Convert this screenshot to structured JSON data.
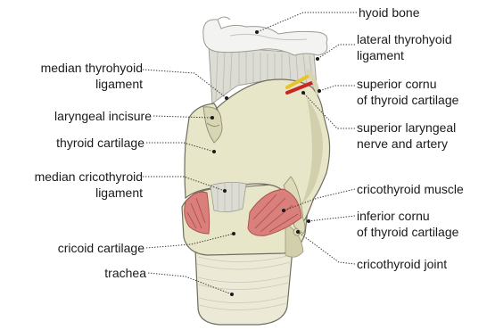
{
  "labels": {
    "hyoid_bone": "hyoid bone",
    "lateral_thyrohyoid_1": "lateral thyrohyoid",
    "lateral_thyrohyoid_2": "ligament",
    "median_thyrohyoid_1": "median thyrohyoid",
    "median_thyrohyoid_2": "ligament",
    "superior_cornu_1": "superior cornu",
    "superior_cornu_2": "of thyroid cartilage",
    "laryngeal_incisure": "laryngeal incisure",
    "superior_laryngeal_1": "superior laryngeal",
    "superior_laryngeal_2": "nerve and artery",
    "thyroid_cartilage": "thyroid cartilage",
    "median_cricothyroid_1": "median cricothyroid",
    "median_cricothyroid_2": "ligament",
    "cricothyroid_muscle": "cricothyroid muscle",
    "inferior_cornu_1": "inferior cornu",
    "inferior_cornu_2": "of thyroid cartilage",
    "cricoid_cartilage": "cricoid cartilage",
    "cricothyroid_joint": "cricothyroid joint",
    "trachea": "trachea"
  },
  "colors": {
    "cartilage": "#e8e6c8",
    "cartilage_shadow": "#d2cfac",
    "bone": "#f3f3f1",
    "ligament": "#dcdcd4",
    "muscle": "#d9807c",
    "nerve": "#e6c42c",
    "artery": "#c8261e"
  }
}
